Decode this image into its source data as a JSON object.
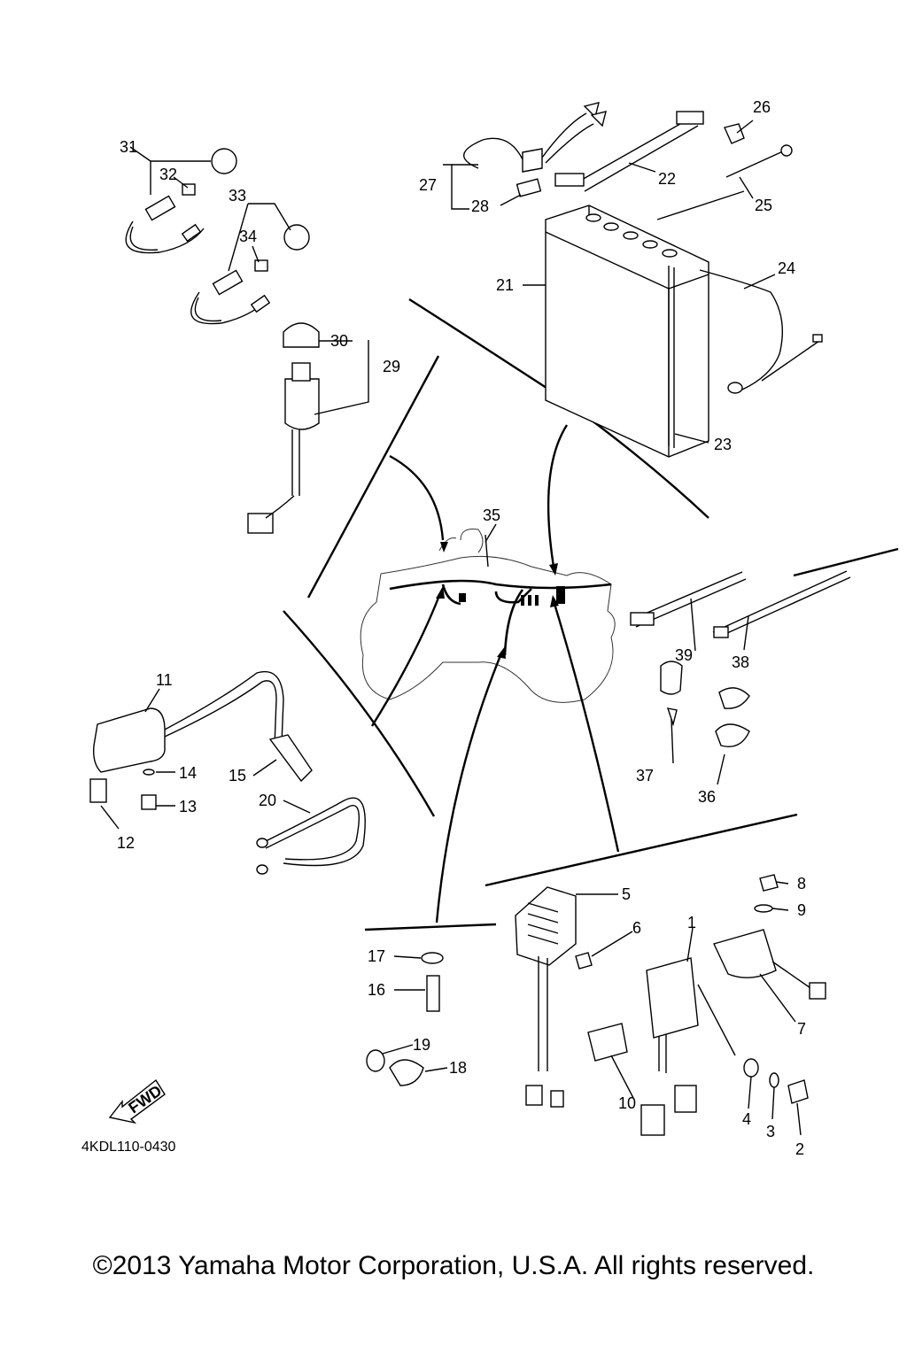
{
  "diagram": {
    "callouts": [
      "1",
      "2",
      "3",
      "4",
      "5",
      "6",
      "7",
      "8",
      "9",
      "10",
      "11",
      "12",
      "13",
      "14",
      "15",
      "16",
      "17",
      "18",
      "19",
      "20",
      "21",
      "22",
      "23",
      "24",
      "25",
      "26",
      "27",
      "28",
      "29",
      "30",
      "31",
      "32",
      "33",
      "34",
      "35",
      "36",
      "37",
      "38",
      "39"
    ],
    "fwd_label": "FWD",
    "code": "4KDL110-0430"
  },
  "footer": {
    "copyright": "©2013 Yamaha Motor Corporation, U.S.A. All rights reserved."
  }
}
